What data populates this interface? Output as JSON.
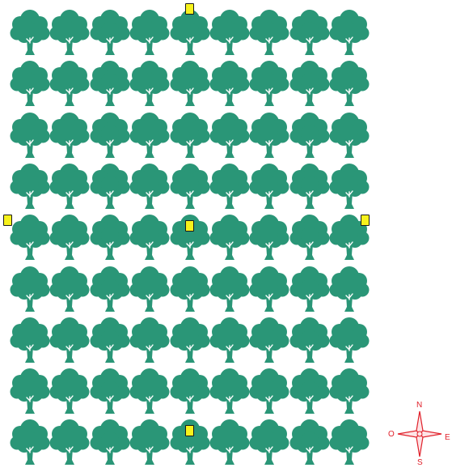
{
  "grid": {
    "rows": 9,
    "cols": 9
  },
  "colors": {
    "tree": "#2a9677",
    "marker": "#f7f21c",
    "compass": "#e0202a"
  },
  "markers": [
    {
      "row": 1,
      "col": 5,
      "anchor": "top"
    },
    {
      "row": 5,
      "col": 1,
      "anchor": "left"
    },
    {
      "row": 5,
      "col": 5,
      "anchor": "center"
    },
    {
      "row": 5,
      "col": 9,
      "anchor": "right"
    },
    {
      "row": 9,
      "col": 5,
      "anchor": "center"
    }
  ],
  "compass": {
    "north": "N",
    "south": "S",
    "east": "E",
    "west": "O"
  },
  "icons": {
    "tree": "tree-icon",
    "marker": "yellow-marker",
    "compass": "compass-rose-icon"
  }
}
